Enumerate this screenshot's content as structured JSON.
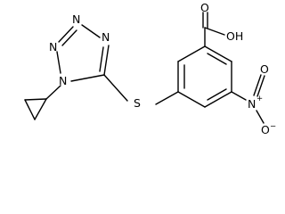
{
  "atoms": {
    "carboxyl_o": "O",
    "hydroxyl": "OH",
    "nitro_n": "N",
    "nitro_o_up": "O",
    "nitro_o_down": "O",
    "sulfur": "S",
    "tetrazole_n2": "N",
    "tetrazole_n3": "N",
    "tetrazole_n4": "N",
    "tetrazole_n1": "N",
    "charge_plus": "+",
    "charge_minus": "−"
  }
}
